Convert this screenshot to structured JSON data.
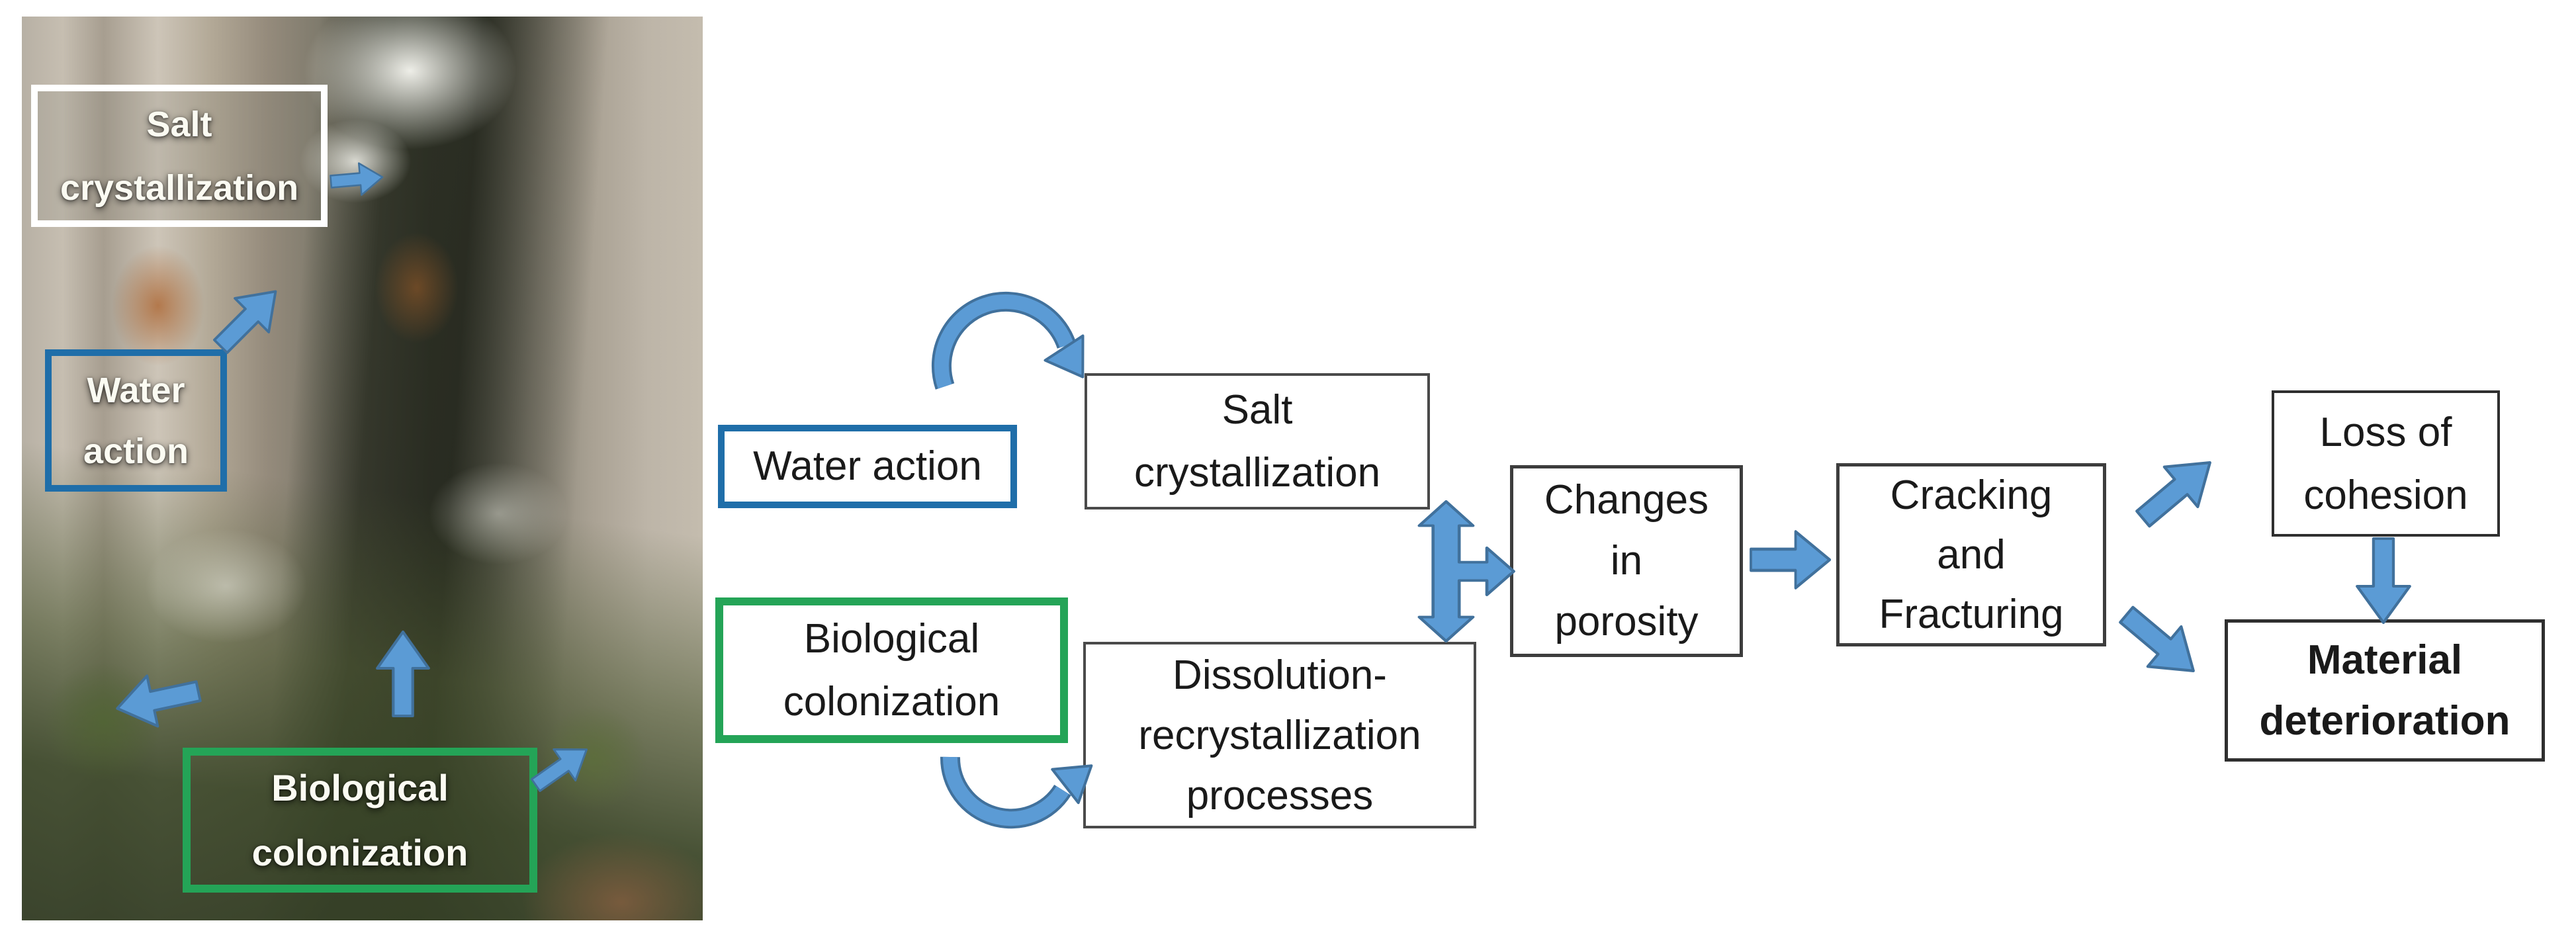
{
  "photo": {
    "labels": {
      "salt": {
        "line1": "Salt",
        "line2": "crystallization",
        "border_color": "#ffffff"
      },
      "water": {
        "line1": "Water",
        "line2": "action",
        "border_color": "#1f6ea9"
      },
      "bio": {
        "line1": "Biological",
        "line2": "colonization",
        "border_color": "#24a457"
      }
    },
    "icons": [
      "right-arrow-icon",
      "up-right-arrow-icon",
      "left-arrow-icon",
      "up-arrow-icon",
      "up-right-arrow-icon"
    ]
  },
  "diagram": {
    "nodes": {
      "water_action": {
        "label": "Water action",
        "border_color": "#1f6ea9"
      },
      "salt_crystallization": {
        "line1": "Salt",
        "line2": "crystallization"
      },
      "biological_colonization": {
        "line1": "Biological",
        "line2": "colonization",
        "border_color": "#24a457"
      },
      "dissolution": {
        "line1": "Dissolution-",
        "line2": "recrystallization",
        "line3": "processes"
      },
      "changes_in_porosity": {
        "line1": "Changes",
        "line2": "in",
        "line3": "porosity"
      },
      "cracking_and_fracturing": {
        "line1": "Cracking",
        "line2": "and",
        "line3": "Fracturing"
      },
      "loss_of_cohesion": {
        "line1": "Loss of",
        "line2": "cohesion"
      },
      "material_deterioration": {
        "line1": "Material",
        "line2": "deterioration"
      }
    },
    "icons": [
      "clockwise-curved-arrow-icon",
      "counterclockwise-curved-arrow-icon",
      "double-vertical-right-branch-arrow-icon",
      "right-arrow-icon",
      "up-right-arrow-icon",
      "down-right-arrow-icon",
      "down-arrow-icon"
    ],
    "colors": {
      "arrow_fill": "#5b9bd5",
      "arrow_outline": "#41719c",
      "box_border_dark": "#3d3d3d",
      "text": "#1a1a1a",
      "blue_accent": "#1f6ea9",
      "green_accent": "#24a457"
    }
  }
}
